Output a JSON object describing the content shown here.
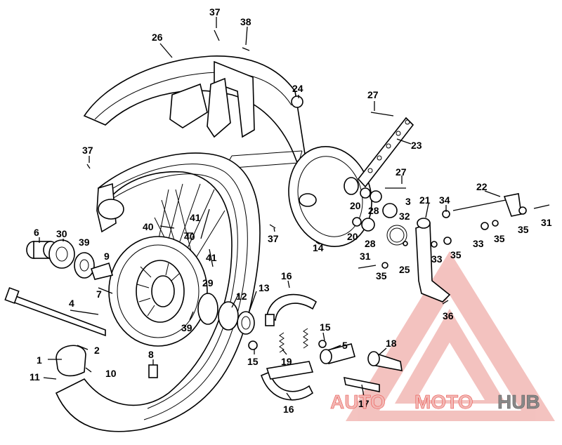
{
  "callouts": [
    {
      "id": "c37a",
      "text": "37"
    },
    {
      "id": "c38",
      "text": "38"
    },
    {
      "id": "c26",
      "text": "26"
    },
    {
      "id": "c24",
      "text": "24"
    },
    {
      "id": "c27a",
      "text": "27"
    },
    {
      "id": "c23",
      "text": "23"
    },
    {
      "id": "c37b",
      "text": "37"
    },
    {
      "id": "c27b",
      "text": "27"
    },
    {
      "id": "c22",
      "text": "22"
    },
    {
      "id": "c3",
      "text": "3"
    },
    {
      "id": "c20a",
      "text": "20"
    },
    {
      "id": "c28a",
      "text": "28"
    },
    {
      "id": "c32",
      "text": "32"
    },
    {
      "id": "c21",
      "text": "21"
    },
    {
      "id": "c34",
      "text": "34"
    },
    {
      "id": "c35a",
      "text": "35"
    },
    {
      "id": "c31a",
      "text": "31"
    },
    {
      "id": "c6",
      "text": "6"
    },
    {
      "id": "c30",
      "text": "30"
    },
    {
      "id": "c39a",
      "text": "39"
    },
    {
      "id": "c40a",
      "text": "40"
    },
    {
      "id": "c41a",
      "text": "41"
    },
    {
      "id": "c40b",
      "text": "40"
    },
    {
      "id": "c37c",
      "text": "37"
    },
    {
      "id": "c14",
      "text": "14"
    },
    {
      "id": "c20b",
      "text": "20"
    },
    {
      "id": "c28b",
      "text": "28"
    },
    {
      "id": "c33a",
      "text": "33"
    },
    {
      "id": "c35b",
      "text": "35"
    },
    {
      "id": "c9",
      "text": "9"
    },
    {
      "id": "c41b",
      "text": "41"
    },
    {
      "id": "c31b",
      "text": "31"
    },
    {
      "id": "c25",
      "text": "25"
    },
    {
      "id": "c35c",
      "text": "35"
    },
    {
      "id": "c33b",
      "text": "33"
    },
    {
      "id": "c35d",
      "text": "35"
    },
    {
      "id": "c7",
      "text": "7"
    },
    {
      "id": "c29",
      "text": "29"
    },
    {
      "id": "c12",
      "text": "12"
    },
    {
      "id": "c13",
      "text": "13"
    },
    {
      "id": "c16a",
      "text": "16"
    },
    {
      "id": "c4",
      "text": "4"
    },
    {
      "id": "c36",
      "text": "36"
    },
    {
      "id": "c39b",
      "text": "39"
    },
    {
      "id": "c15a",
      "text": "15"
    },
    {
      "id": "c5",
      "text": "5"
    },
    {
      "id": "c18",
      "text": "18"
    },
    {
      "id": "c2",
      "text": "2"
    },
    {
      "id": "c1",
      "text": "1"
    },
    {
      "id": "c10",
      "text": "10"
    },
    {
      "id": "c11",
      "text": "11"
    },
    {
      "id": "c8",
      "text": "8"
    },
    {
      "id": "c15b",
      "text": "15"
    },
    {
      "id": "c19",
      "text": "19"
    },
    {
      "id": "c17",
      "text": "17"
    },
    {
      "id": "c16b",
      "text": "16"
    }
  ],
  "watermark": {
    "part1": "AUTO",
    "part2": "MOTO",
    "part3": "HUB",
    "color_primary": "#e8413c",
    "color_secondary": "#f2b8b5",
    "color_dark": "#555555"
  }
}
